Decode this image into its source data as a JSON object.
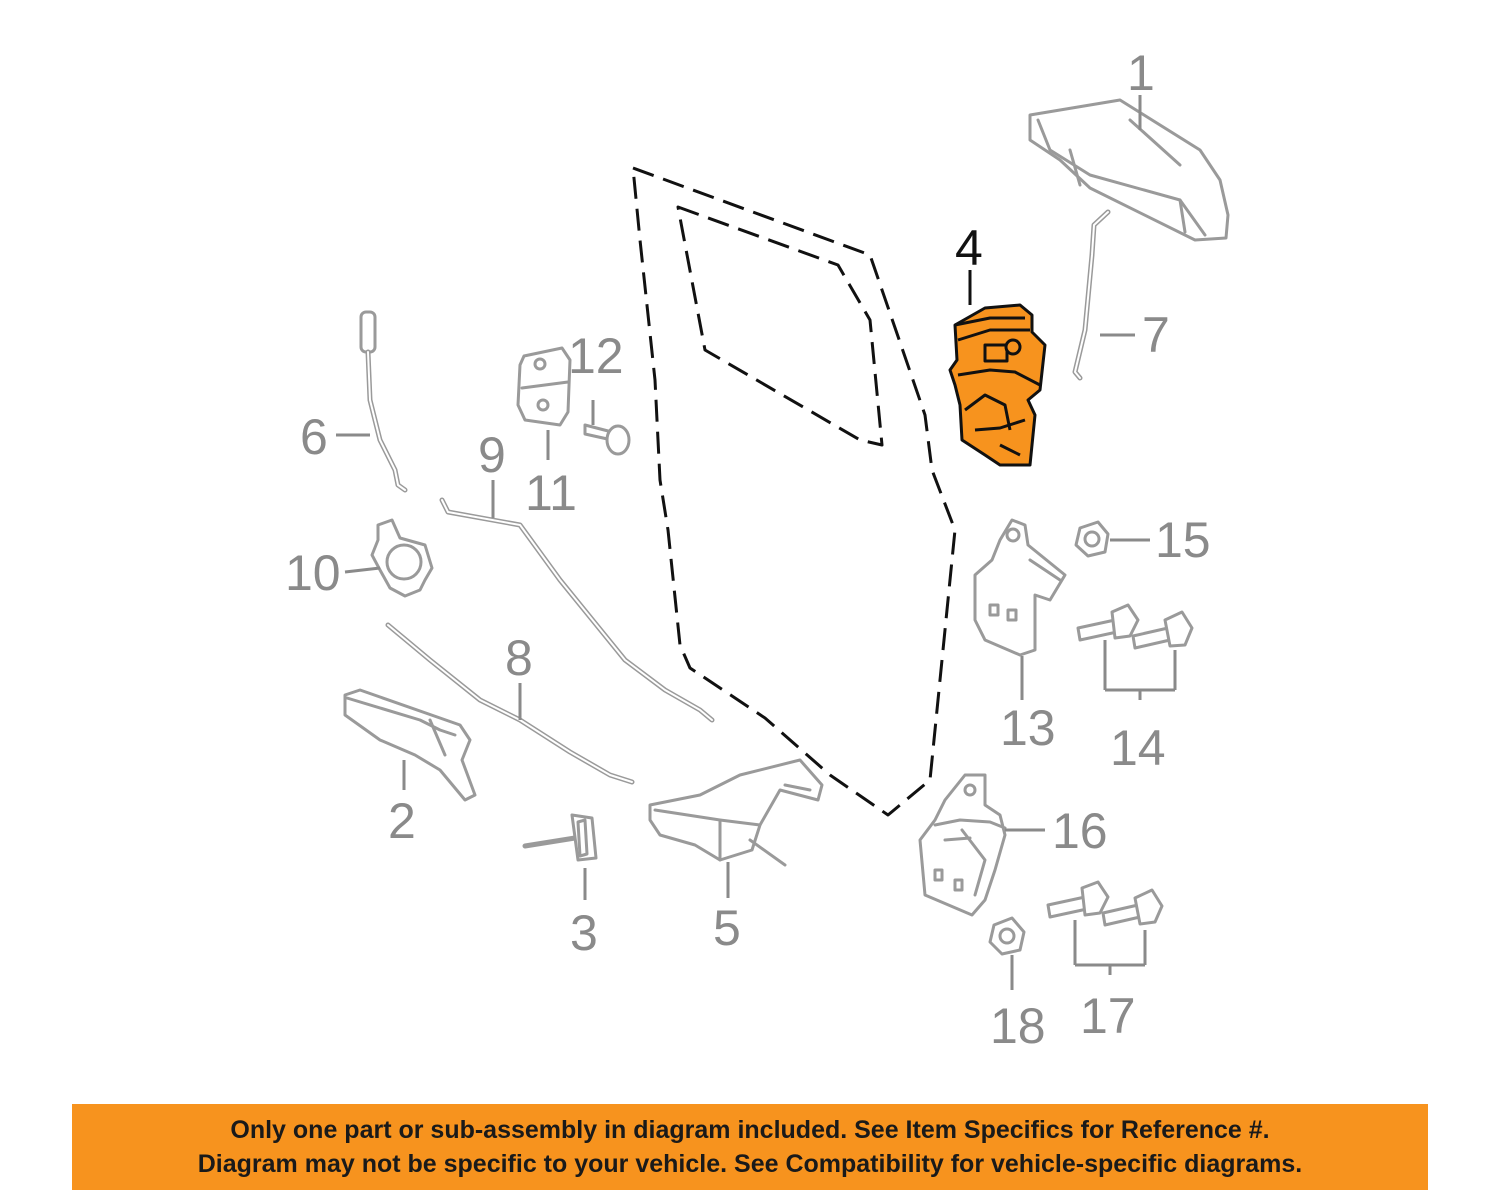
{
  "callouts": {
    "c1": "1",
    "c2": "2",
    "c3": "3",
    "c4": "4",
    "c5": "5",
    "c6": "6",
    "c7": "7",
    "c8": "8",
    "c9": "9",
    "c10": "10",
    "c11": "11",
    "c12": "12",
    "c13": "13",
    "c14": "14",
    "c15": "15",
    "c16": "16",
    "c17": "17",
    "c18": "18"
  },
  "highlighted_part": "4",
  "colors": {
    "highlight": "#f7931e",
    "part_stroke": "#9a9a9a",
    "label": "#8a8a8a",
    "outline": "#111111"
  },
  "disclaimer": {
    "line1": "Only one part or sub-assembly in diagram included. See Item Specifics for Reference #.",
    "line2": "Diagram may not be specific to your vehicle. See Compatibility for vehicle-specific diagrams."
  }
}
